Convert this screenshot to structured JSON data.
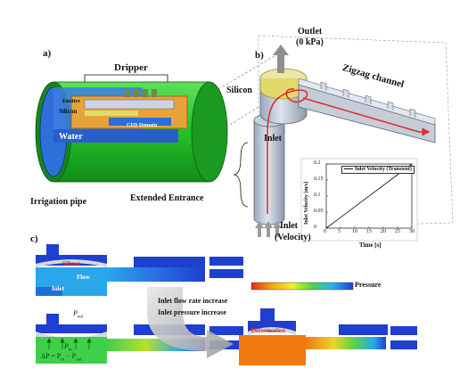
{
  "panel_a": {
    "tag": "a)",
    "dripper": "Dripper",
    "emitter": "Emitter",
    "silicon": "Silicon",
    "cfd_domain": "CFD Domain",
    "water": "Water",
    "irrigation_pipe": "Irrigation pipe",
    "extended_entrance": "Extended Entrance"
  },
  "panel_b": {
    "tag": "b)",
    "outlet": "Outlet",
    "outlet_pressure": "(0 kPa)",
    "zigzag": "Zigzag channel",
    "silicon": "Silicon",
    "inlet": "Inlet",
    "inlet_velocity_1": "Inlet",
    "inlet_velocity_2": "(Velocity)"
  },
  "inset_chart": {
    "legend": "Inlet Velocity (Transient)",
    "ylabel": "Inlet Velocity [m/s]",
    "xlabel": "Time [s]",
    "yticks": [
      "0",
      "0.05",
      "0.1",
      "0.15",
      "0.2"
    ],
    "xticks": [
      "0",
      "5",
      "10",
      "15",
      "20",
      "25",
      "30"
    ]
  },
  "chart_data": {
    "type": "line",
    "title": "",
    "xlabel": "Time [s]",
    "ylabel": "Inlet Velocity [m/s]",
    "xlim": [
      0,
      30
    ],
    "ylim": [
      0,
      0.2
    ],
    "grid": false,
    "legend_position": "top",
    "series": [
      {
        "name": "Inlet Velocity (Transient)",
        "x": [
          0,
          30
        ],
        "y": [
          0,
          0.2
        ]
      }
    ]
  },
  "panel_c": {
    "tag": "c)",
    "silicon": "Silicon",
    "flow": "Flow",
    "inlet": "Inlet",
    "pressure": "Pressure",
    "flow_increase": "Inlet flow rate increase",
    "pressure_increase": "Inlet pressure increase",
    "deformation": "Deformation",
    "p_out": "P",
    "p_out_sub": "out",
    "p_in": "P",
    "p_in_sub": "in",
    "dp_formula": "ΔP = P",
    "dp_in_sub": "in",
    "dp_mid": " − P",
    "dp_out_sub": "out"
  },
  "colors": {
    "pipe_green": "#22c32a",
    "pipe_dark": "#138a18",
    "water_blue": "#3a7fe0",
    "dripper_orange": "#e8a23a",
    "silicon_yellow": "#e3d86a",
    "flow_red": "#e02a2a",
    "cfd_blue": "#1e3fd0",
    "cfd_cyan": "#2fa9e8",
    "cfd_green": "#30c040",
    "cfd_orange": "#f07a10",
    "arrow_grey": "#b5b5b5"
  }
}
